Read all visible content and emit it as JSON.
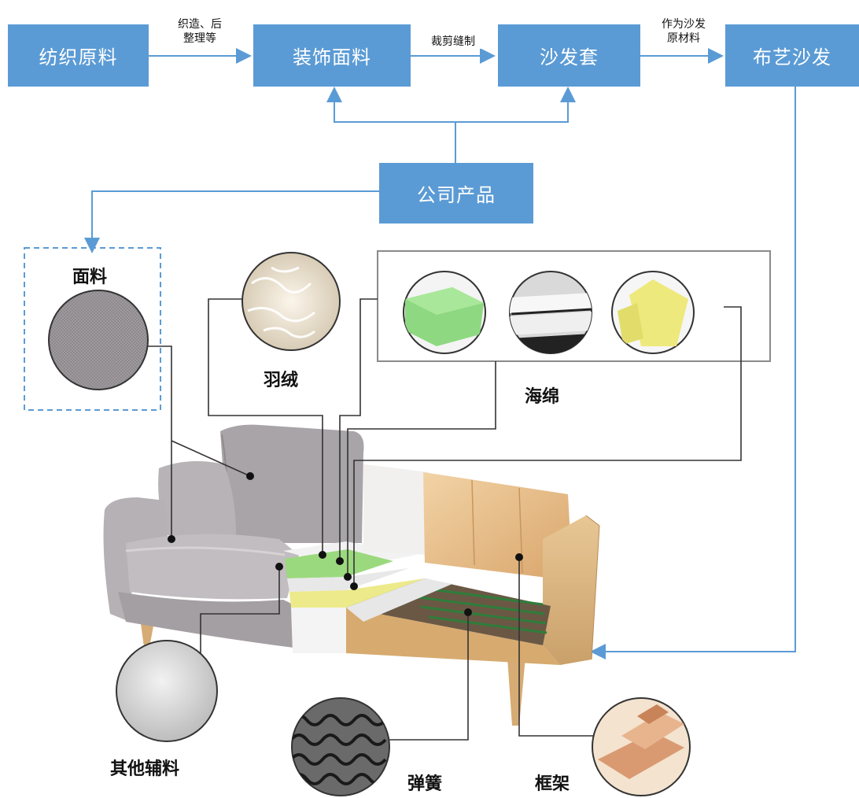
{
  "flow": {
    "boxes": {
      "textile": "纺织原料",
      "fabric": "装饰面料",
      "cover": "沙发套",
      "sofa": "布艺沙发",
      "company": "公司产品"
    },
    "edges": {
      "e1_line1": "织造、后",
      "e1_line2": "整理等",
      "e2": "裁剪缝制",
      "e3_line1": "作为沙发",
      "e3_line2": "原材料"
    }
  },
  "parts": {
    "fabric": "面料",
    "down": "羽绒",
    "sponge": "海绵",
    "accessories": "其他辅料",
    "spring": "弹簧",
    "frame": "框架"
  },
  "colors": {
    "box": "#5b9bd5",
    "arrow": "#5b9bd5",
    "leader": "#333333",
    "dashed": "#5b9bd5"
  }
}
